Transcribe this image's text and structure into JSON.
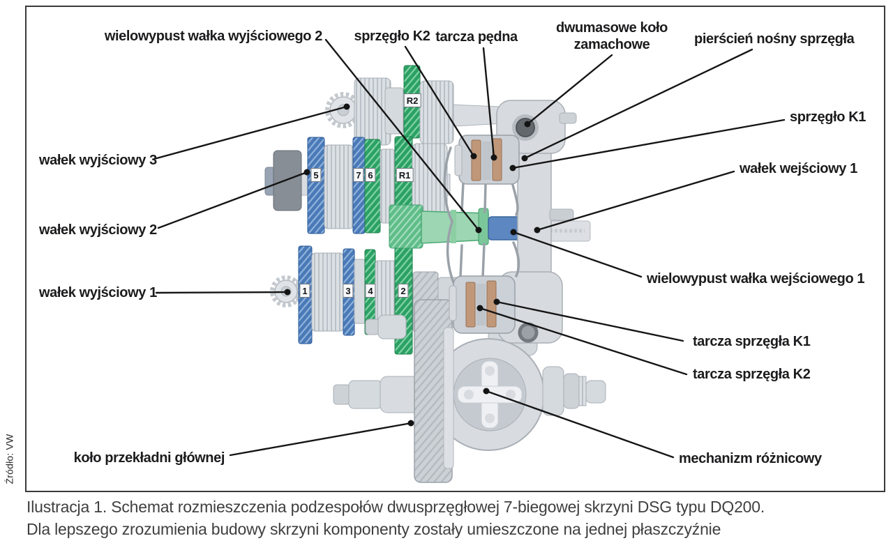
{
  "source_credit": "Źródło: VW",
  "caption": {
    "line1": "Ilustracja 1. Schemat rozmieszczenia podzespołów dwusprzęgłowej 7-biegowej skrzyni DSG typu DQ200.",
    "line2": "Dla lepszego zrozumienia budowy skrzyni komponenty zostały umieszczone na jednej płaszczyźnie"
  },
  "callouts": [
    {
      "label": "wielowypust wałka wyjściowego 2"
    },
    {
      "label": "sprzęgło K2"
    },
    {
      "label": "tarcza pędna"
    },
    {
      "label": "dwumasowe koło zamachowe",
      "line1": "dwumasowe koło",
      "line2": "zamachowe"
    },
    {
      "label": "pierścień nośny sprzęgła"
    },
    {
      "label": "sprzęgło K1"
    },
    {
      "label": "wałek wejściowy 1"
    },
    {
      "label": "wielowypust wałka wejściowego 1"
    },
    {
      "label": "tarcza sprzęgła K1"
    },
    {
      "label": "tarcza sprzęgła K2"
    },
    {
      "label": "wałek wyjściowy 3"
    },
    {
      "label": "wałek wyjściowy 2"
    },
    {
      "label": "wałek wyjściowy 1"
    },
    {
      "label": "koło przekładni głównej"
    },
    {
      "label": "mechanizm różnicowy"
    }
  ],
  "gear_tags": [
    {
      "label": "R2"
    },
    {
      "label": "5"
    },
    {
      "label": "7"
    },
    {
      "label": "6"
    },
    {
      "label": "R1"
    },
    {
      "label": "1"
    },
    {
      "label": "3"
    },
    {
      "label": "4"
    },
    {
      "label": "2"
    }
  ],
  "colors": {
    "gear_blue": "#4a79b7",
    "gear_green": "#2ba164",
    "input_shaft_green": "#9cd6b2",
    "input_shaft_blue": "#5d87c1",
    "clutch_friction": "#c09879",
    "leader_line": "#151515"
  }
}
